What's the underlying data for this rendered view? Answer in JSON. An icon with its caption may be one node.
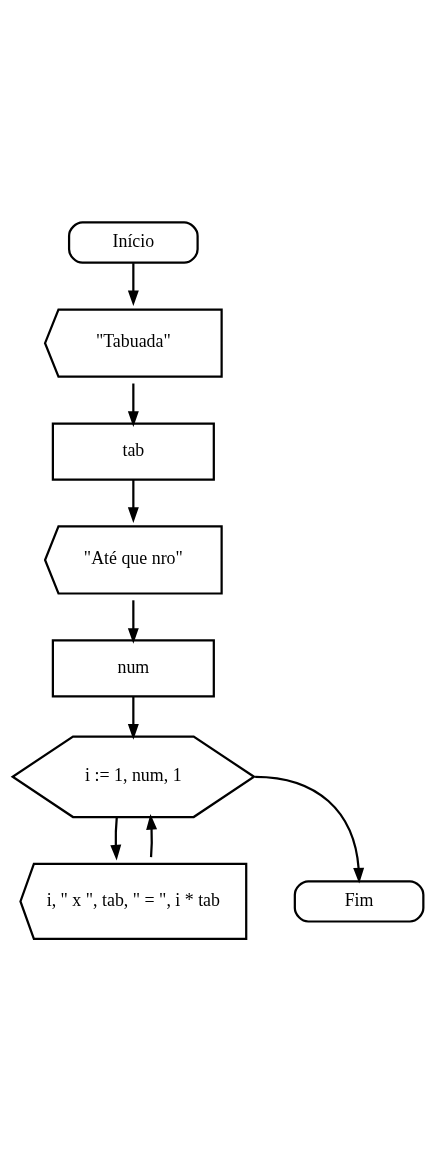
{
  "diagram": {
    "nodes": [
      {
        "text": [
          "Início"
        ]
      },
      {
        "text": [
          "\"Tabuada\""
        ]
      },
      {
        "text": [
          "tab"
        ]
      },
      {
        "text": [
          "\"Até que nro\""
        ]
      },
      {
        "text": [
          "num"
        ]
      },
      {
        "text": [
          "i := 1, num, 1"
        ]
      },
      {
        "text": [
          "i, \" x \", tab, \" = \", i * tab"
        ]
      },
      {
        "text": [
          "Fim"
        ]
      }
    ],
    "edges": [
      {
        "from": 0,
        "to": 1,
        "arrow": "to"
      },
      {
        "from": 1,
        "to": 2,
        "arrow": "to"
      },
      {
        "from": 2,
        "to": 3,
        "arrow": "to"
      },
      {
        "from": 3,
        "to": 4,
        "arrow": "to"
      },
      {
        "from": 4,
        "to": 5,
        "arrow": "to"
      },
      {
        "from": 5,
        "to": 6,
        "arrow": "to"
      },
      {
        "from": 6,
        "to": 5,
        "arrow": "to"
      },
      {
        "from": 5,
        "to": 7,
        "arrow": "to"
      }
    ]
  }
}
